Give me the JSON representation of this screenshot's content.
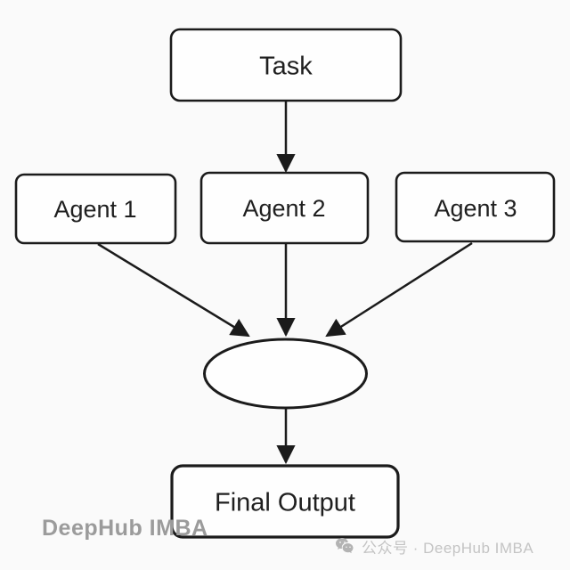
{
  "diagram": {
    "type": "flowchart",
    "nodes": [
      {
        "id": "task",
        "label": "Task",
        "shape": "rounded-box"
      },
      {
        "id": "agent1",
        "label": "Agent 1",
        "shape": "rounded-box"
      },
      {
        "id": "agent2",
        "label": "Agent 2",
        "shape": "rounded-box"
      },
      {
        "id": "agent3",
        "label": "Agent 3",
        "shape": "rounded-box"
      },
      {
        "id": "merge",
        "label": "",
        "shape": "ellipse"
      },
      {
        "id": "final_output",
        "label": "Final Output",
        "shape": "rounded-box"
      }
    ],
    "edges": [
      {
        "from": "task",
        "to": "agent2",
        "style": "arrow"
      },
      {
        "from": "agent1",
        "to": "merge",
        "style": "arrow"
      },
      {
        "from": "agent2",
        "to": "merge",
        "style": "arrow"
      },
      {
        "from": "agent3",
        "to": "merge",
        "style": "arrow"
      },
      {
        "from": "merge",
        "to": "final_output",
        "style": "arrow"
      }
    ]
  },
  "watermarks": {
    "left": "DeepHub IMBA",
    "right": "公众号 · DeepHub IMBA",
    "right_icon": "wechat-icon"
  },
  "colors": {
    "background": "#fafafa",
    "node_fill": "#fefefe",
    "stroke": "#1b1b1b",
    "text": "#1f1f1f",
    "watermark_left": "#9b9b9b",
    "watermark_right": "#c4c4c4"
  }
}
